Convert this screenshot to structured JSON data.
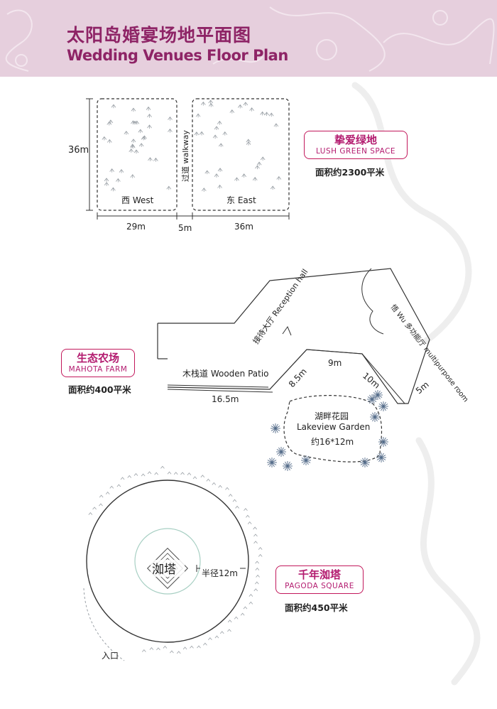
{
  "header": {
    "title_cn": "太阳岛婚宴场地平面图",
    "title_en": "Wedding Venues Floor Plan"
  },
  "lawn": {
    "name_cn": "挚爱绿地",
    "name_en": "LUSH GREEN SPACE",
    "area": "面积约2300平米",
    "west_label": "西 West",
    "east_label": "东 East",
    "walkway_label": "过道 walkway",
    "height_dim": "36m",
    "west_width_dim": "29m",
    "walkway_width_dim": "5m",
    "east_width_dim": "36m"
  },
  "farm": {
    "name_cn": "生态农场",
    "name_en": "MAHOTA FARM",
    "area": "面积约400平米",
    "reception_hall": "接待大厅 Reception hall",
    "multipurpose_room": "悟 Wu 多功能厅 multipurpose room",
    "patio": "木栈道 Wooden Patio",
    "garden_cn": "湖畔花园",
    "garden_en": "Lakeview Garden",
    "garden_size": "约16*12m",
    "dim_patio": "16.5m",
    "dim_a": "8.5m",
    "dim_b": "9m",
    "dim_c": "10m",
    "dim_d": "5m"
  },
  "pagoda": {
    "name_cn": "千年洳塔",
    "name_en": "PAGODA SQUARE",
    "area": "面积约450平米",
    "center_label": "洳塔",
    "radius_label": "半径12m",
    "entrance": "入口"
  },
  "colors": {
    "header_bg": "#e6cfdd",
    "title": "#8e2466",
    "label_accent": "#b31b6f",
    "border_pink": "#c2185b"
  }
}
